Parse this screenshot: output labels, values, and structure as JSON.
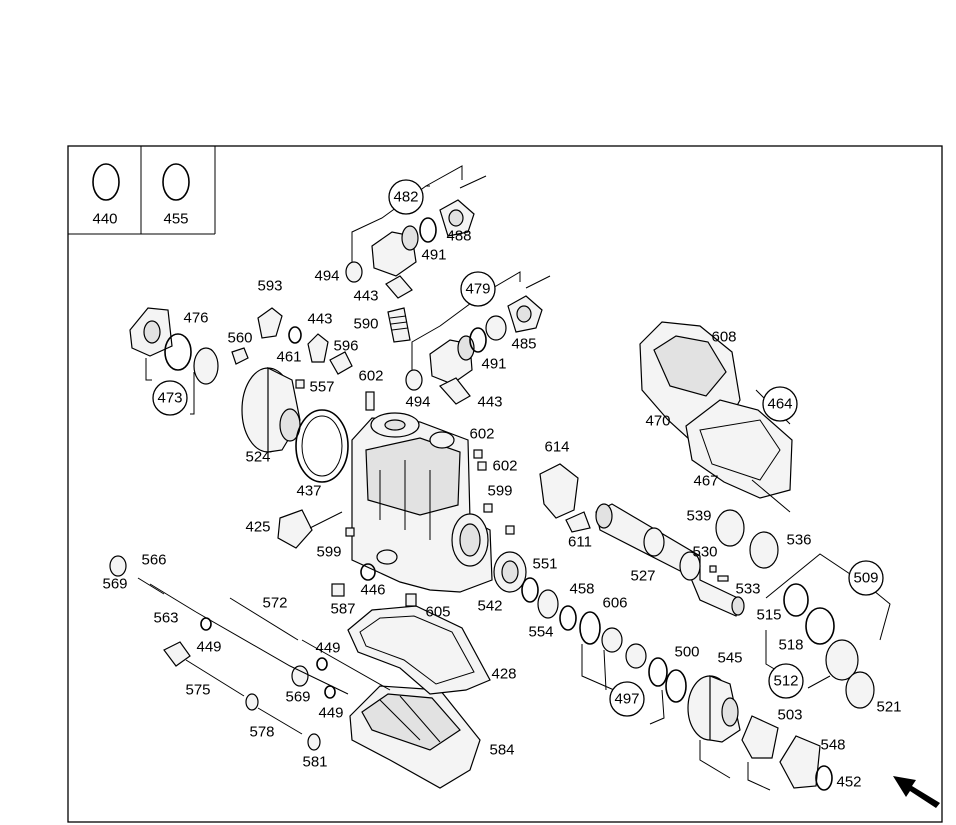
{
  "callouts_top": [
    "440",
    "455"
  ],
  "circled": [
    "482",
    "479",
    "473",
    "464",
    "509",
    "512",
    "497"
  ],
  "labels": [
    "488",
    "491",
    "494",
    "443",
    "590",
    "479",
    "485",
    "491",
    "494",
    "443",
    "593",
    "443",
    "461",
    "596",
    "560",
    "476",
    "557",
    "602",
    "524",
    "437",
    "602",
    "602",
    "599",
    "425",
    "599",
    "614",
    "611",
    "608",
    "470",
    "467",
    "539",
    "536",
    "530",
    "533",
    "527",
    "566",
    "569",
    "563",
    "572",
    "449",
    "449",
    "569",
    "449",
    "575",
    "578",
    "581",
    "587",
    "446",
    "605",
    "428",
    "584",
    "542",
    "551",
    "554",
    "458",
    "606",
    "500",
    "545",
    "503",
    "548",
    "452",
    "515",
    "518",
    "521"
  ]
}
